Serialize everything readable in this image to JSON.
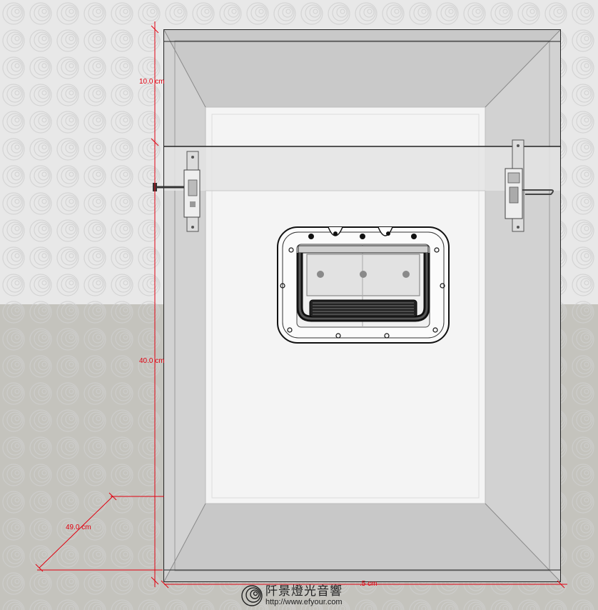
{
  "dimensions": {
    "height_top": "10.0 cm",
    "height_main": "40.0 cm",
    "depth": "49.0 cm",
    "width_partial": ".5 cm"
  },
  "watermark": {
    "name": "阡景燈光音響",
    "url": "http://www.efyour.com"
  },
  "colors": {
    "dimension_line": "#e0000f",
    "background_upper": "#e8e8e8",
    "background_floor": "#c4c3bd",
    "box_outline": "#222222",
    "box_fill": "#d9d9d9",
    "box_back_panel": "#f4f4f4"
  },
  "icons": [
    "latch-left-icon",
    "latch-right-icon",
    "recessed-handle-icon",
    "watermark-logo-icon"
  ]
}
